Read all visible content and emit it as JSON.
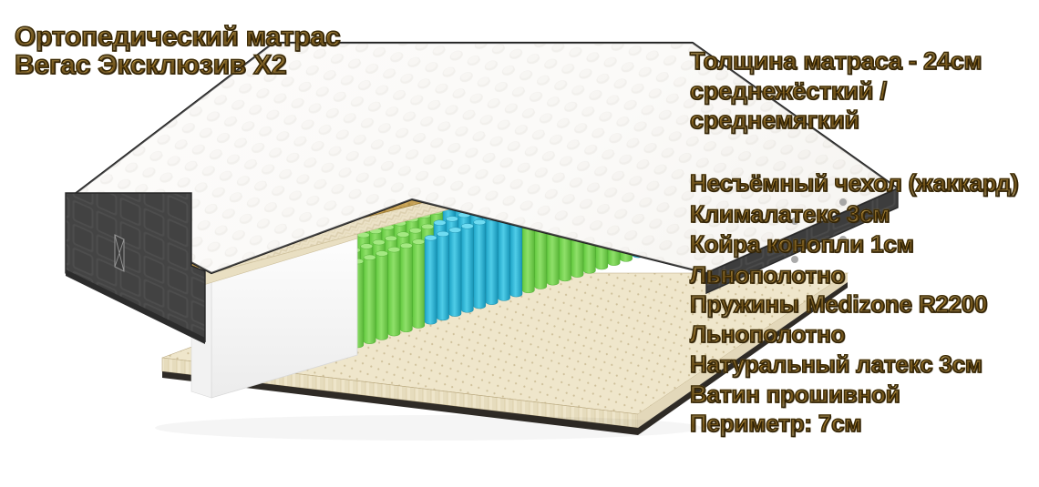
{
  "product": {
    "title_line1": "Ортопедический матрас",
    "title_line2": "Вегас Эксклюзив X2"
  },
  "specs": {
    "thickness": "Толщина матраса - 24см",
    "firmness_line1": "среднежёсткий /",
    "firmness_line2": "среднемягкий"
  },
  "layers": [
    "Несъёмный чехол (жаккард)",
    "Клималатекс 3см",
    "Койра конопли 1см",
    "Льнополотно",
    "Пружины Medizone R2200",
    "Льнополотно",
    "Натуральный латекс 3см",
    "Ватин прошивной",
    "Периметр: 7см"
  ],
  "colors": {
    "gold_text": "#e8c165",
    "gold_stroke": "#3a2a08",
    "background": "#ffffff",
    "cover_white": "#f7f6f4",
    "side_panel_dark": "#4a4a4a",
    "climalatex_cream": "#efe6cf",
    "coir_tan": "#c9a45c",
    "linen_beige": "#e8dcc0",
    "spring_green": "#7fd957",
    "spring_cyan": "#2fb9d8",
    "latex_base": "#efe6cc",
    "foam_white": "#ffffff",
    "outline": "#2b2b2b"
  },
  "illustration": {
    "name": "mattress-cutaway-diagram",
    "description": "Ортопедический матрас в разрезе",
    "spring_zones": [
      "green",
      "cyan",
      "green",
      "cyan",
      "green"
    ]
  }
}
